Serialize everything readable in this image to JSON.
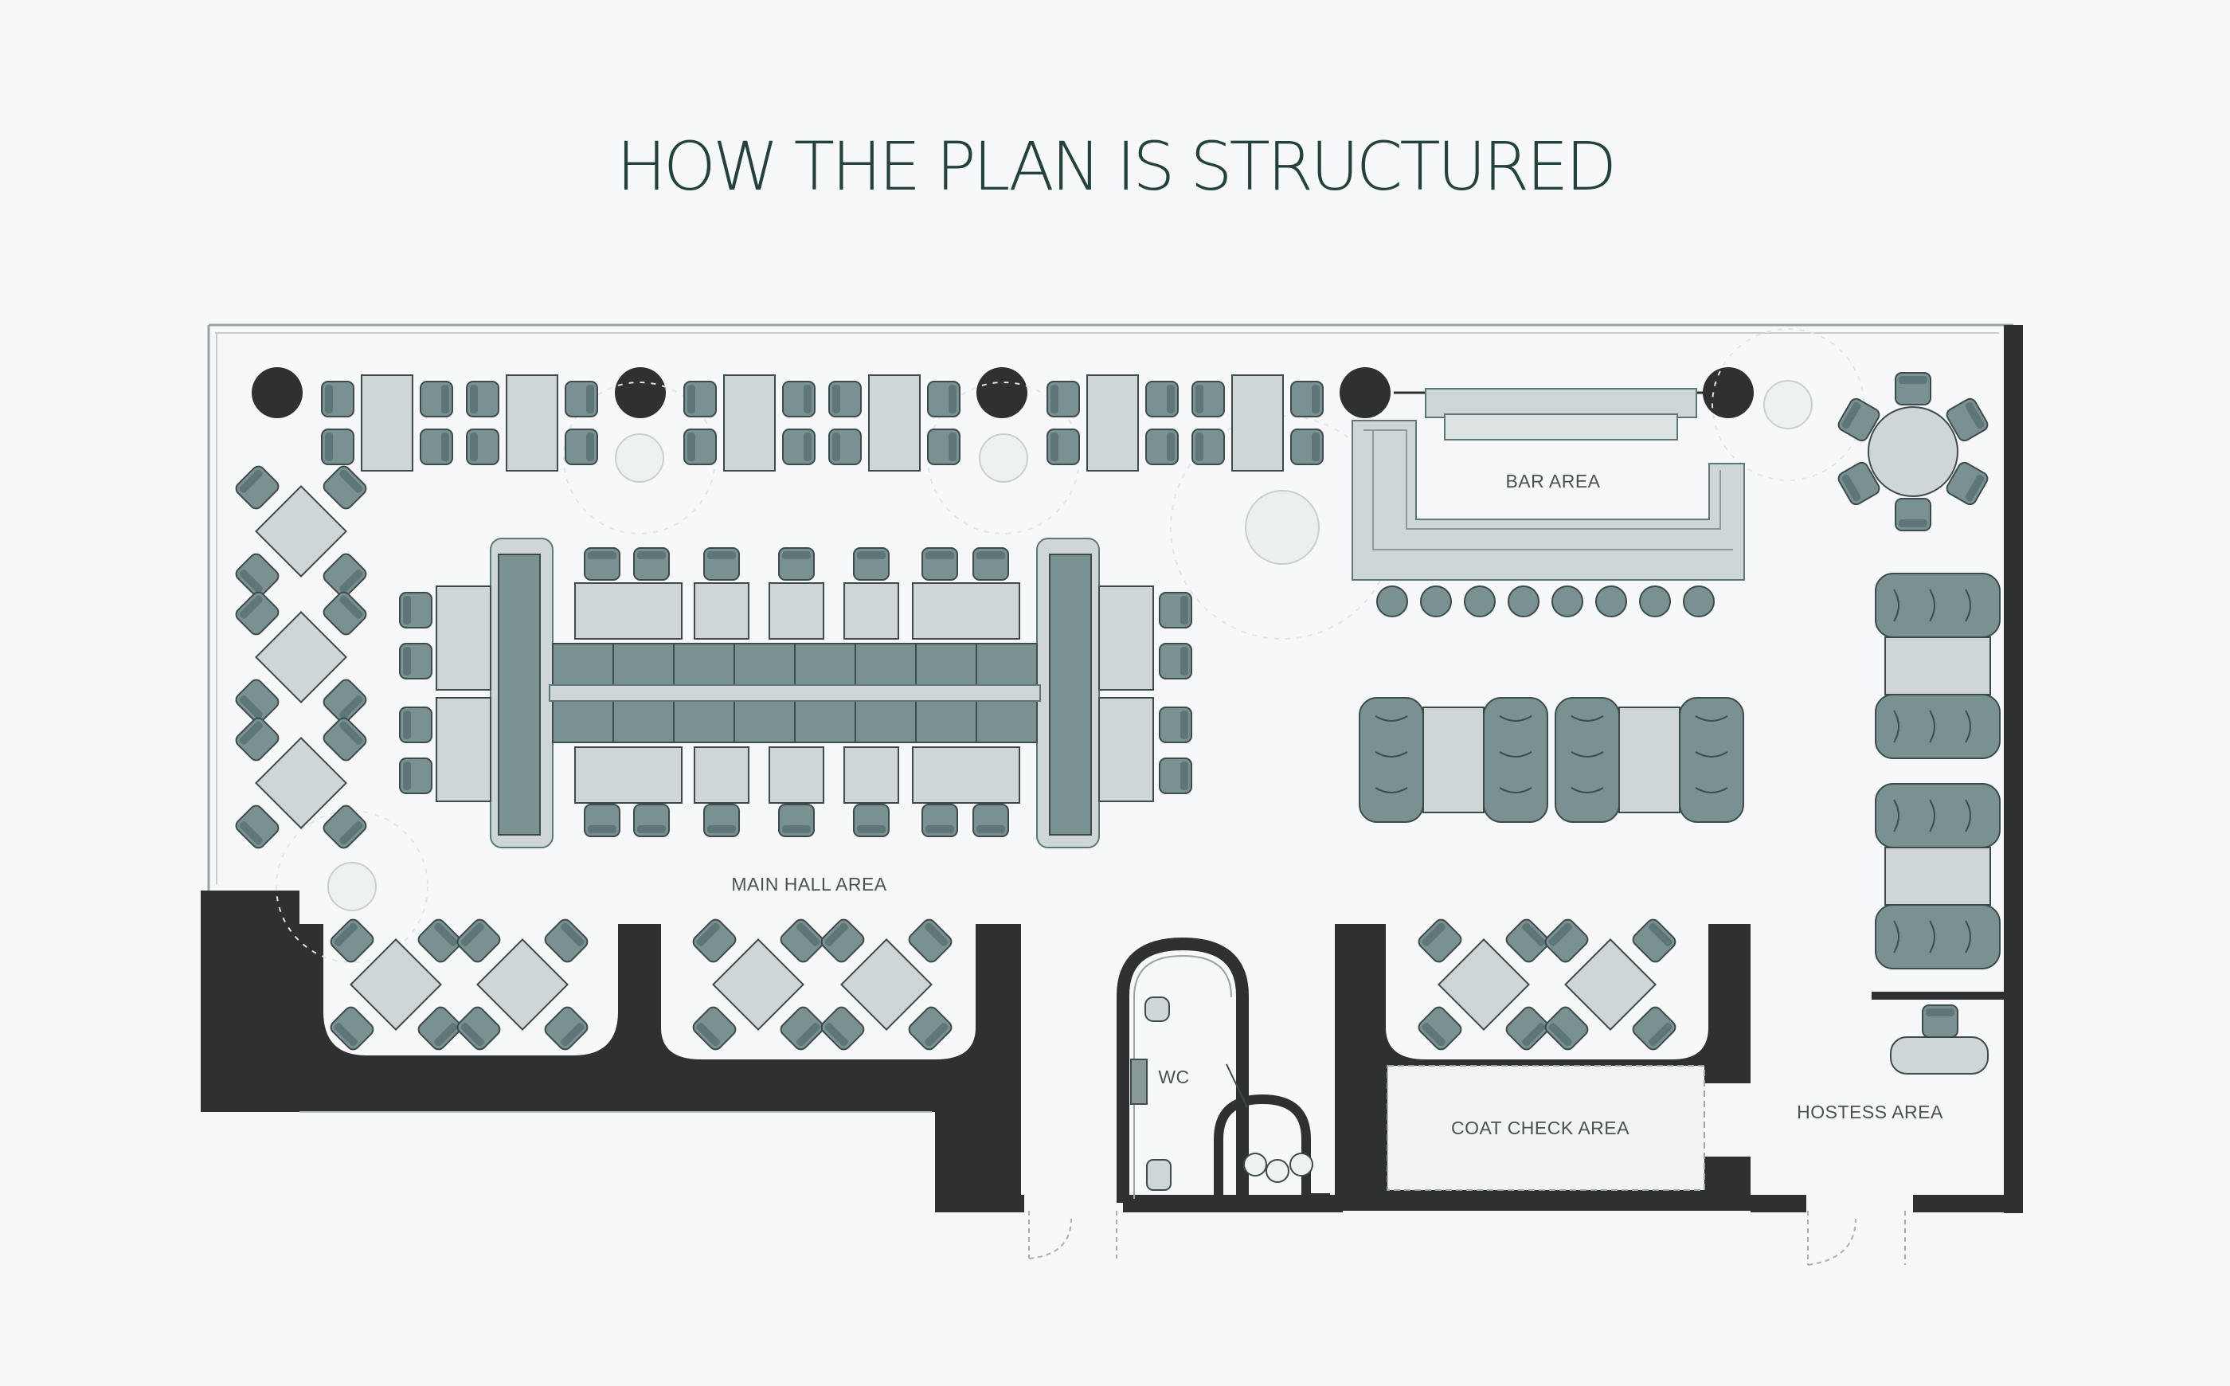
{
  "title": "HOW THE PLAN IS STRUCTURED",
  "labels": {
    "bar": "BAR AREA",
    "main_hall": "MAIN HALL AREA",
    "wc": "WC",
    "coat_check": "COAT CHECK AREA",
    "hostess": "HOSTESS AREA"
  },
  "colors": {
    "background": "#f6f8f9",
    "wall": "#2e3031",
    "chair": "#7a9192",
    "table": "#cfd6d7",
    "title": "#24423d"
  }
}
